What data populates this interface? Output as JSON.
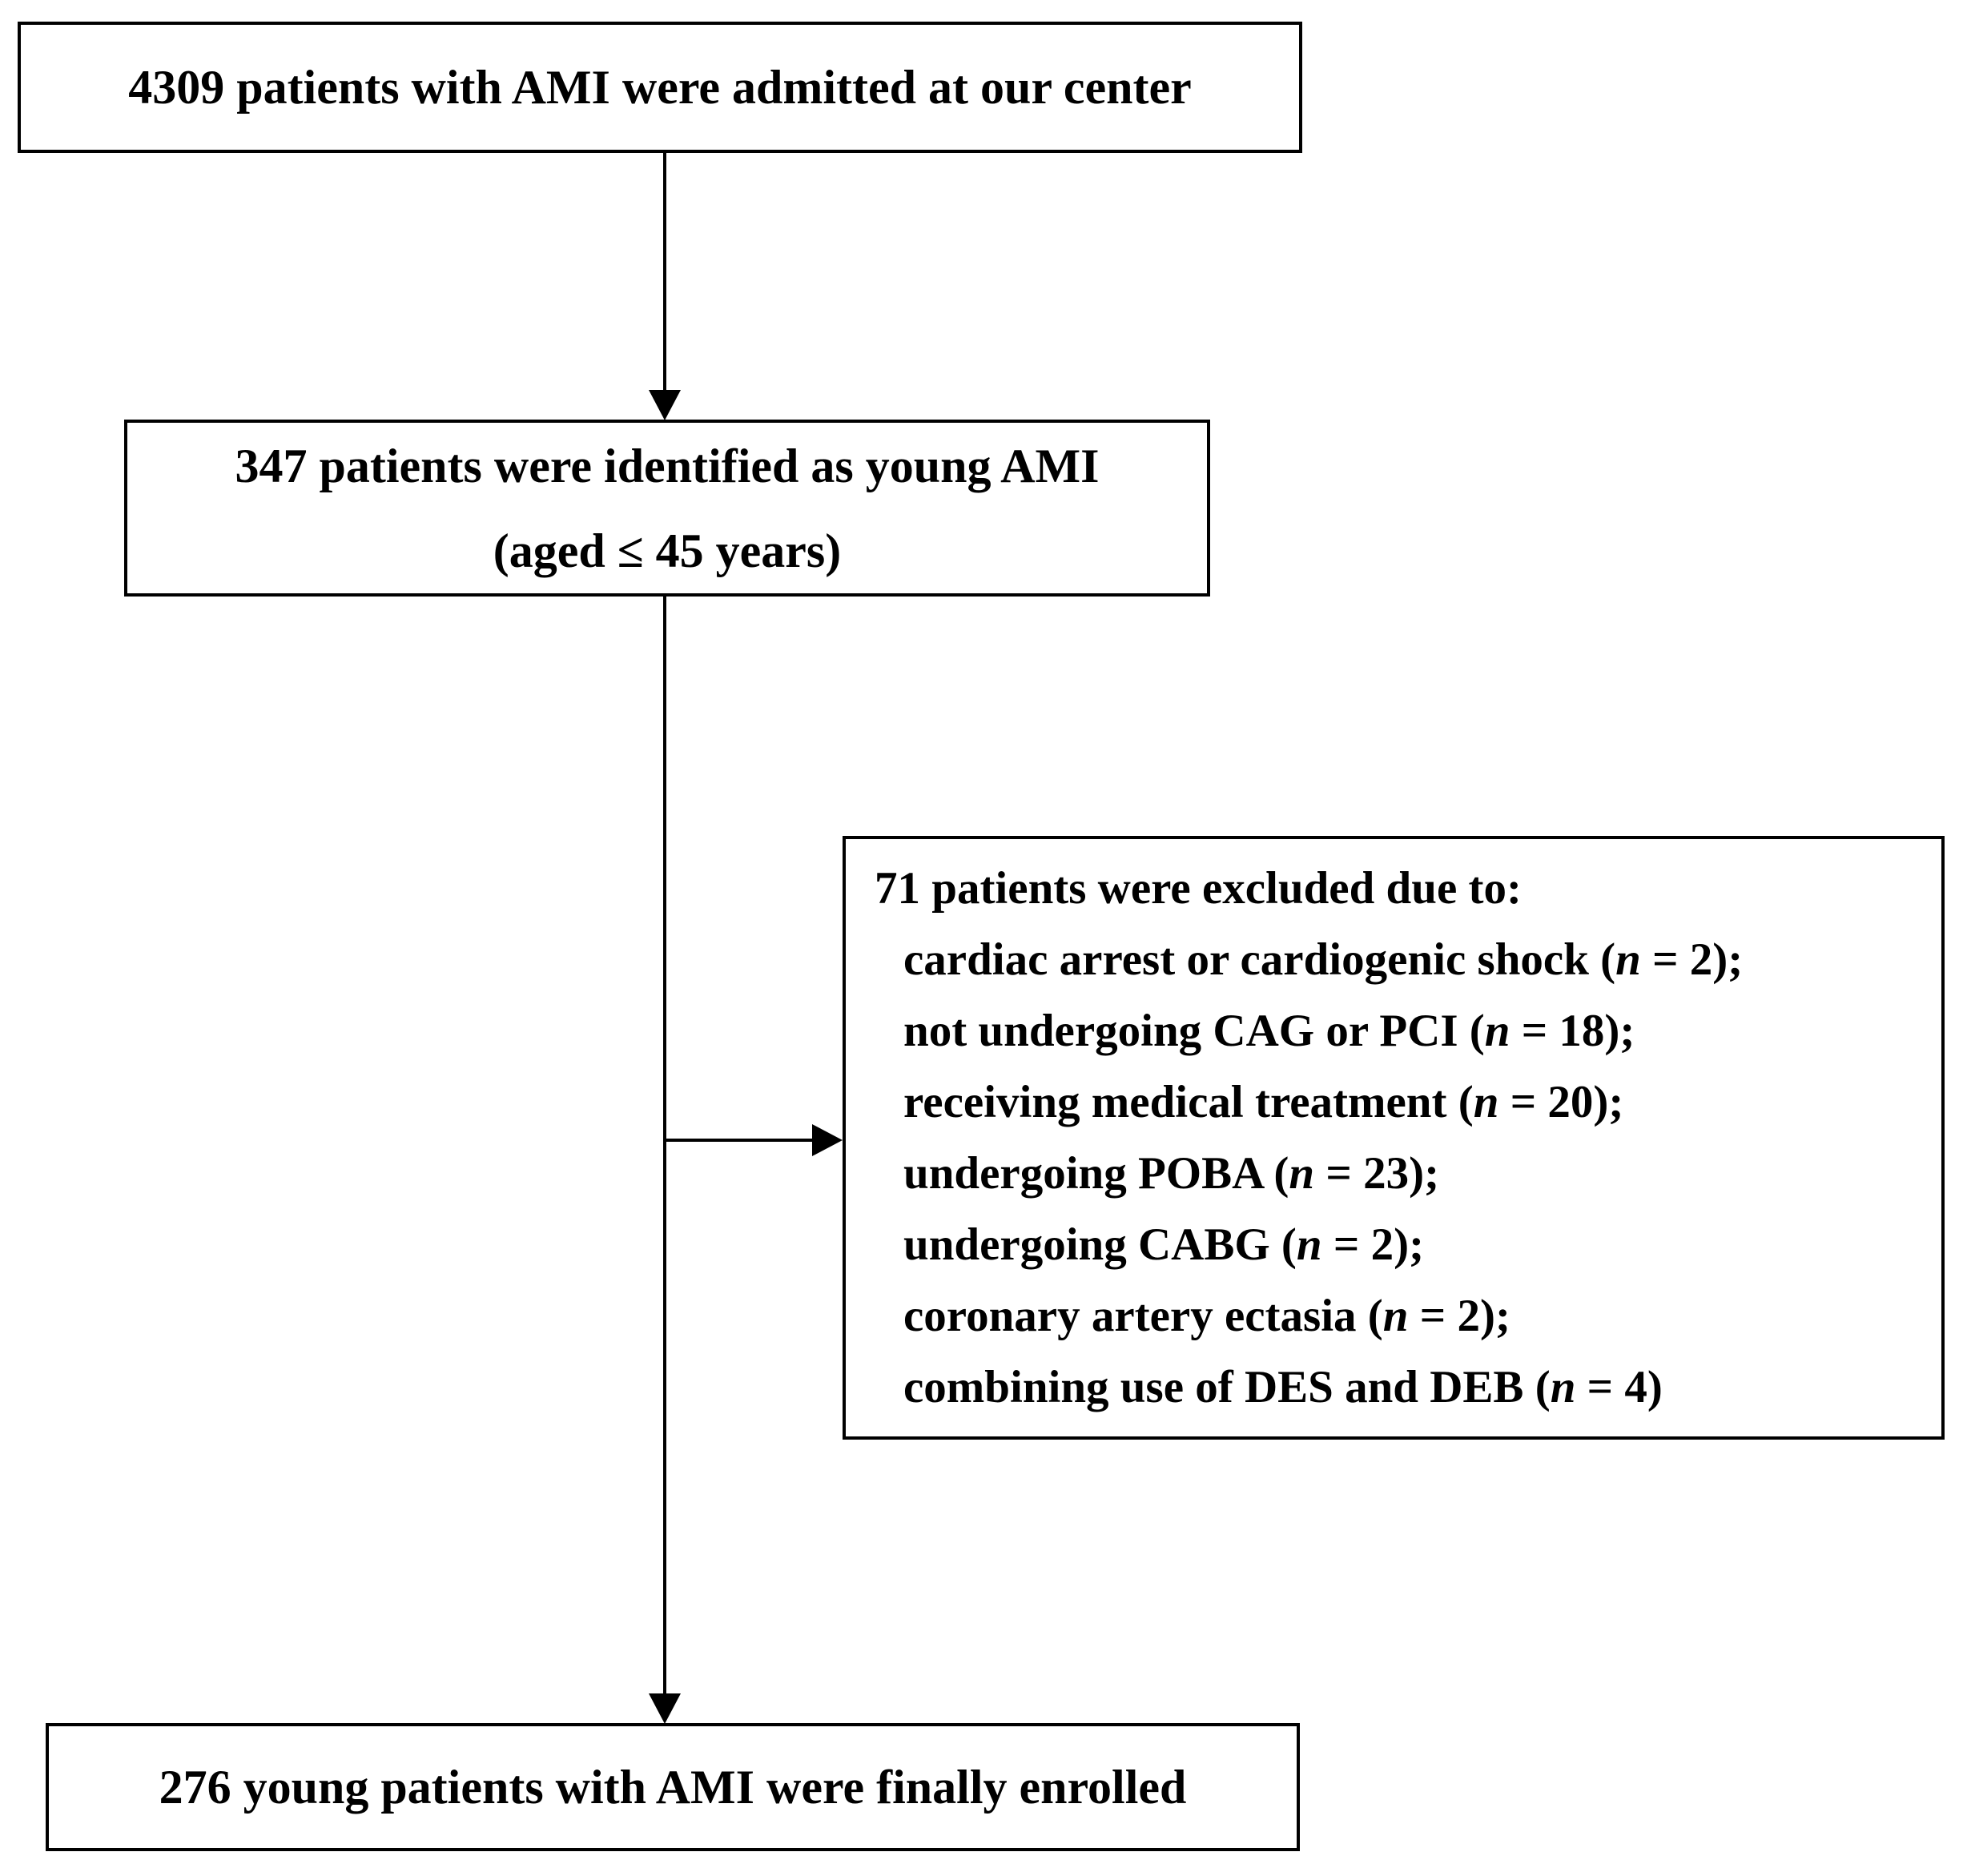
{
  "figure": {
    "background_color": "#ffffff",
    "line_color": "#000000",
    "text_color": "#000000"
  },
  "boxes": {
    "admitted": {
      "text": "4309 patients with AMI were admitted at our center"
    },
    "identified": {
      "line1": "347 patients were identified as young AMI",
      "line2": "(aged ≤ 45 years)"
    },
    "excluded": {
      "header": "71 patients were excluded due to:",
      "items": [
        {
          "pre": "cardiac arrest or cardiogenic shock (",
          "var": "n",
          "post": " = 2);"
        },
        {
          "pre": "not undergoing CAG or PCI (",
          "var": "n",
          "post": " = 18);"
        },
        {
          "pre": "receiving medical treatment (",
          "var": "n",
          "post": " = 20);"
        },
        {
          "pre": "undergoing POBA (",
          "var": "n",
          "post": " = 23);"
        },
        {
          "pre": "undergoing CABG (",
          "var": "n",
          "post": " = 2);"
        },
        {
          "pre": "coronary artery ectasia (",
          "var": "n",
          "post": " = 2);"
        },
        {
          "pre": "combining use of DES and DEB (",
          "var": "n",
          "post": " = 4)"
        }
      ]
    },
    "enrolled": {
      "text": "276 young patients with AMI were finally enrolled"
    }
  }
}
